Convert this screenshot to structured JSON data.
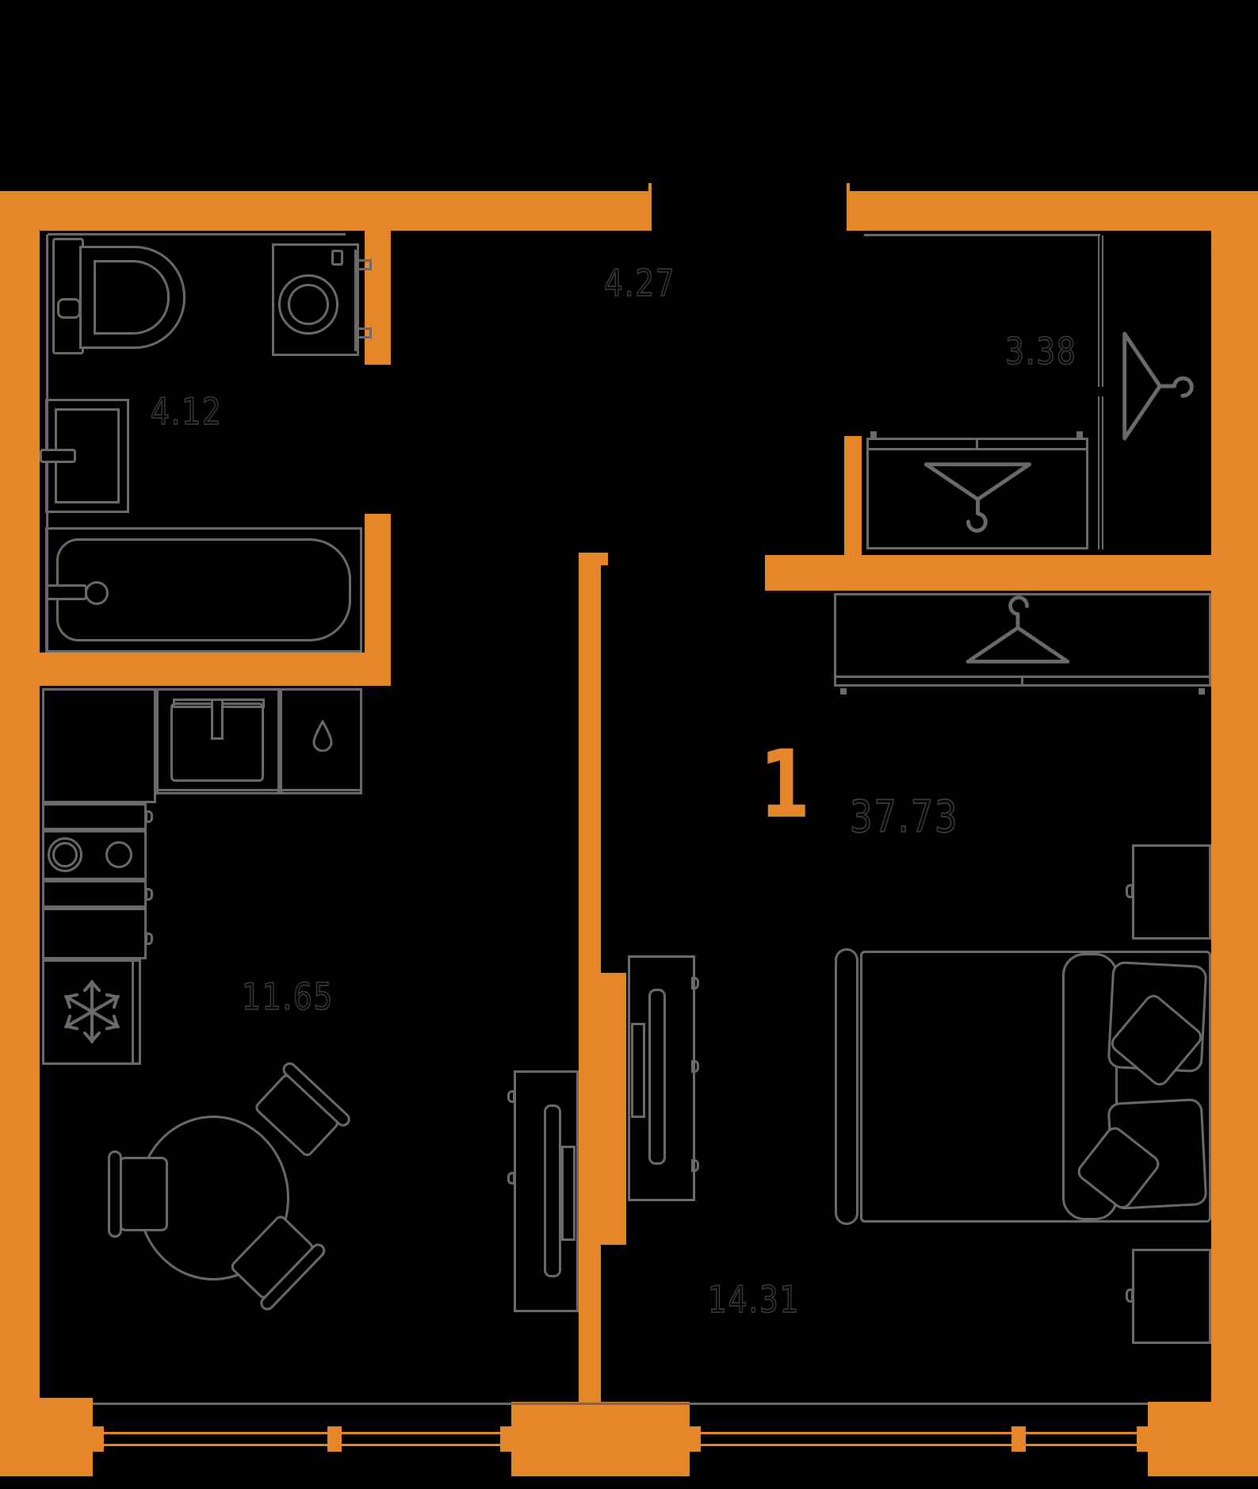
{
  "floor_plan": {
    "unit_rooms_count": "1",
    "unit_total_area": "37.73",
    "rooms": {
      "bathroom": {
        "area": "4.12"
      },
      "hallway": {
        "area": "4.27"
      },
      "closet": {
        "area": "3.38"
      },
      "kitchen_living": {
        "area": "11.65"
      },
      "bedroom": {
        "area": "14.31"
      }
    },
    "colors": {
      "wall": "#E5862B",
      "furniture_line": "#6A6A6A",
      "label_outline": "#3D3D3D",
      "background": "#000000"
    },
    "icons": {
      "fridge": "snowflake-icon",
      "sink_cabinet": "water-drop-icon",
      "wardrobes": "hanger-icon"
    }
  }
}
